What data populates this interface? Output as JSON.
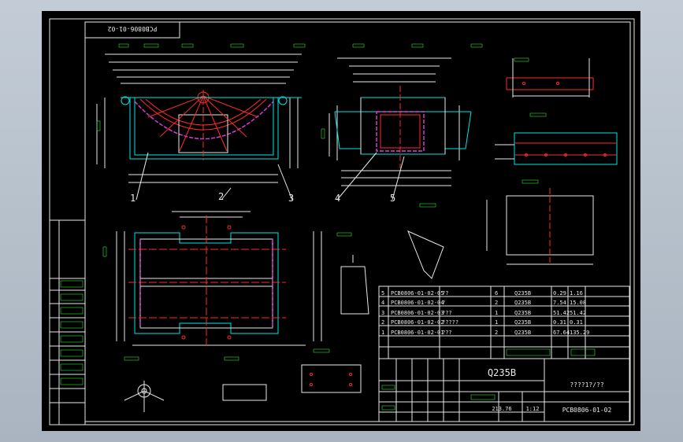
{
  "drawing": {
    "top_code": "PCB0806-01-02",
    "material": "Q235B",
    "sheet_info": "????1?/??",
    "drawing_number": "PCB0806-01-02",
    "scale_labels": [
      "213.76",
      "1:12"
    ]
  },
  "callouts": [
    "1",
    "2",
    "3",
    "4",
    "5"
  ],
  "bom": {
    "rows": [
      {
        "no": "5",
        "code": "PCB0806-01-02-05",
        "name": "??",
        "qty": "6",
        "material": "Q235B",
        "w1": "0.29",
        "w2": "1.16"
      },
      {
        "no": "4",
        "code": "PCB0806-01-02-04",
        "name": "?",
        "qty": "2",
        "material": "Q235B",
        "w1": "7.54",
        "w2": "15.08"
      },
      {
        "no": "3",
        "code": "PCB0806-01-02-03",
        "name": "???",
        "qty": "1",
        "material": "Q235B",
        "w1": "51.42",
        "w2": "51.42"
      },
      {
        "no": "2",
        "code": "PCB0806-01-02-02",
        "name": "?????",
        "qty": "1",
        "material": "Q235B",
        "w1": "0.31",
        "w2": "0.31"
      },
      {
        "no": "1",
        "code": "PCB0806-01-02-01",
        "name": "???",
        "qty": "2",
        "material": "Q235B",
        "w1": "67.64",
        "w2": "135.29"
      }
    ]
  }
}
